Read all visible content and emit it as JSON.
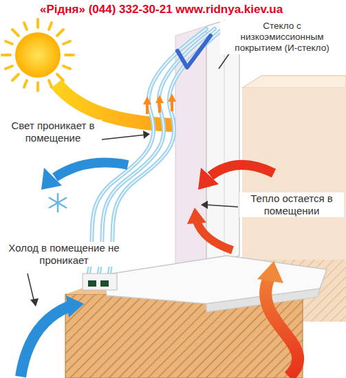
{
  "diagram": {
    "labels": [
      "«Рідня» (044) 332-30-21 www.ridnya.kiev.ua",
      "Стекло с низкоэмиссионным покрытием (И-стекло)",
      "Свет проникает в помещение",
      "Тепло остается в помещении",
      "Холод в помещение не проникает"
    ]
  }
}
